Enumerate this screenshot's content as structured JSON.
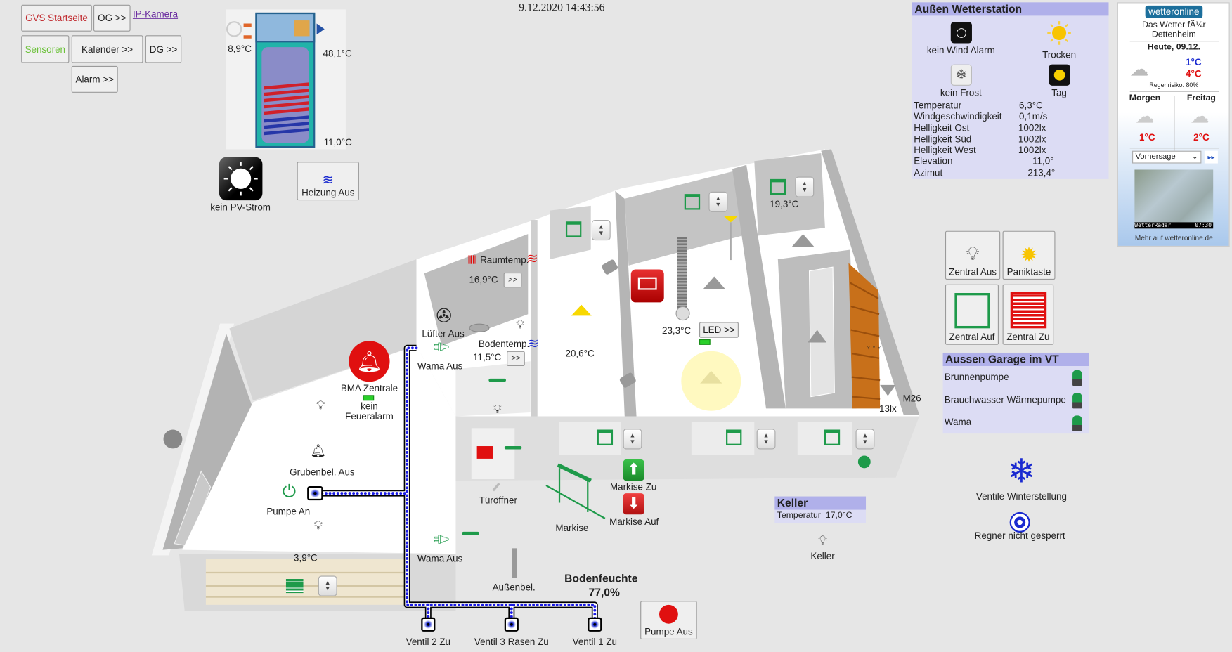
{
  "timestamp": "9.12.2020 14:43:56",
  "nav": {
    "home": "GVS Startseite",
    "og": "OG >>",
    "ip_camera": "IP-Kamera",
    "sensors": "Sensoren",
    "calendar": "Kalender >>",
    "dg": "DG >>",
    "alarm": "Alarm >>"
  },
  "boiler": {
    "air_temp": "8,9°C",
    "hot_temp": "48,1°C",
    "cold_temp": "11,0°C"
  },
  "pv": {
    "label": "kein PV-Strom"
  },
  "heating": {
    "label": "Heizung Aus"
  },
  "weather_station": {
    "title": "Außen Wetterstation",
    "wind": "kein Wind Alarm",
    "rain": "Trocken",
    "frost": "kein Frost",
    "daylight": "Tag",
    "rows": [
      {
        "label": "Temperatur",
        "value": "6,3°C"
      },
      {
        "label": "Windgeschwindigkeit",
        "value": "0,1m/s"
      },
      {
        "label": "Helligkeit Ost",
        "value": "1002lx"
      },
      {
        "label": "Helligkeit Süd",
        "value": "1002lx"
      },
      {
        "label": "Helligkeit West",
        "value": "1002lx"
      },
      {
        "label": "Elevation",
        "value": "11,0°"
      },
      {
        "label": "Azimut",
        "value": "213,4°"
      }
    ]
  },
  "wetteronline": {
    "logo": "wetteronline",
    "title_line1": "Das Wetter fÃ¼r",
    "title_line2": "Dettenheim",
    "today": "Heute, 09.12.",
    "today_min": "1°C",
    "today_max": "4°C",
    "rain_risk": "Regenrisiko: 80%",
    "tomorrow": "Morgen",
    "tomorrow_temp": "1°C",
    "friday": "Freitag",
    "friday_temp": "2°C",
    "select_value": "Vorhersage",
    "next": "▸▸",
    "radar_label": "WetterRadar",
    "radar_time": "07:30",
    "more": "Mehr auf wetteronline.de"
  },
  "floorplan": {
    "room_temp_label": "Raumtemp.",
    "room_temp": "16,9°C",
    "more": ">>",
    "fan": "Lüfter Aus",
    "floor_temp_label": "Bodentemp.",
    "floor_temp": "11,5°C",
    "wama1": "Wama Aus",
    "wama2": "Wama Aus",
    "living_temp": "20,6°C",
    "big_room_temp": "23,3°C",
    "led": "LED >>",
    "right_room_temp": "19,3°C",
    "bma": "BMA Zentrale",
    "fire_line1": "kein",
    "fire_line2": "Feueralarm",
    "pit_light": "Grubenbel. Aus",
    "pump": "Pumpe An",
    "garage_temp": "3,9°C",
    "door_opener": "Türöffner",
    "awning": "Markise",
    "awning_close": "Markise Zu",
    "awning_open": "Markise Auf",
    "outdoor_light": "Außenbel.",
    "soil_label": "Bodenfeuchte",
    "soil_value": "77,0%",
    "pump_off": "Pumpe Aus",
    "valves": [
      "Ventil 2 Zu",
      "Ventil 3 Rasen Zu",
      "Ventil 1 Zu"
    ],
    "lux": "13lx",
    "sensor_id": "M26"
  },
  "central": {
    "off": "Zentral Aus",
    "panic": "Paniktaste",
    "open": "Zentral Auf",
    "close": "Zentral Zu"
  },
  "garage": {
    "title": "Aussen Garage im VT",
    "items": [
      "Brunnenpumpe",
      "Brauchwasser Wärmepumpe",
      "Wama"
    ]
  },
  "irrigation": {
    "winter": "Ventile Winterstellung",
    "sprinkler": "Regner nicht gesperrt"
  },
  "keller": {
    "title": "Keller",
    "temp_label": "Temperatur",
    "temp": "17,0°C",
    "light": "Keller"
  }
}
